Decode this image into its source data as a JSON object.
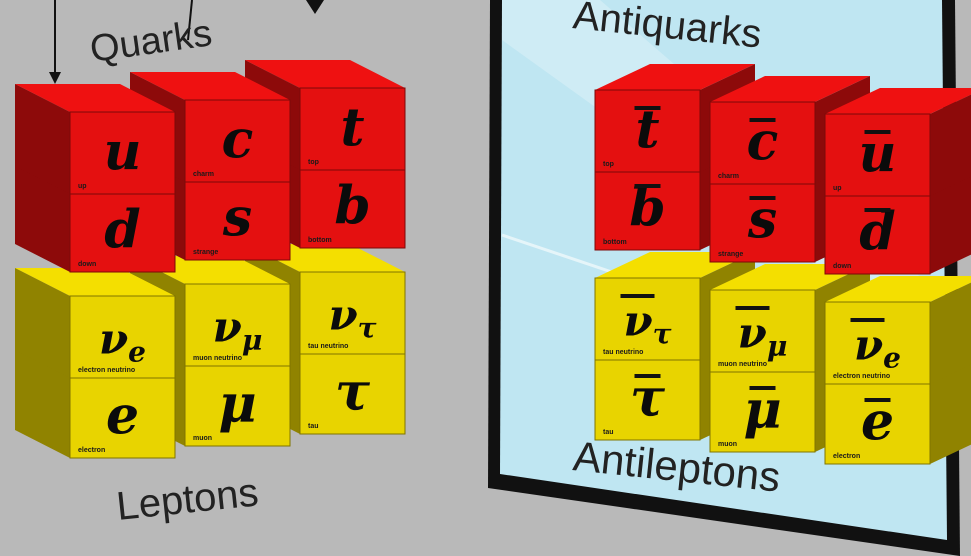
{
  "labels": {
    "quarks": "Quarks",
    "leptons": "Leptons",
    "antiquarks": "Antiquarks",
    "antileptons": "Antileptons"
  },
  "colors": {
    "background": "#b9b9b9",
    "quark": "#e41010",
    "lepton": "#e8d400",
    "mirror": "#bfe6f2",
    "frame": "#111111"
  },
  "particles": [
    {
      "symbol": "u",
      "name": "up",
      "kind": "quark",
      "bar": false
    },
    {
      "symbol": "c",
      "name": "charm",
      "kind": "quark",
      "bar": false
    },
    {
      "symbol": "t",
      "name": "top",
      "kind": "quark",
      "bar": false
    },
    {
      "symbol": "d",
      "name": "down",
      "kind": "quark",
      "bar": false
    },
    {
      "symbol": "s",
      "name": "strange",
      "kind": "quark",
      "bar": false
    },
    {
      "symbol": "b",
      "name": "bottom",
      "kind": "quark",
      "bar": false
    },
    {
      "symbol": "νe",
      "name": "electron neutrino",
      "kind": "lepton",
      "bar": false
    },
    {
      "symbol": "νμ",
      "name": "muon neutrino",
      "kind": "lepton",
      "bar": false
    },
    {
      "symbol": "ντ",
      "name": "tau neutrino",
      "kind": "lepton",
      "bar": false
    },
    {
      "symbol": "e",
      "name": "electron",
      "kind": "lepton",
      "bar": false
    },
    {
      "symbol": "μ",
      "name": "muon",
      "kind": "lepton",
      "bar": false
    },
    {
      "symbol": "τ",
      "name": "tau",
      "kind": "lepton",
      "bar": false
    },
    {
      "symbol": "t",
      "name": "top",
      "kind": "quark",
      "bar": true
    },
    {
      "symbol": "c",
      "name": "charm",
      "kind": "quark",
      "bar": true
    },
    {
      "symbol": "u",
      "name": "up",
      "kind": "quark",
      "bar": true
    },
    {
      "symbol": "b",
      "name": "bottom",
      "kind": "quark",
      "bar": true
    },
    {
      "symbol": "s",
      "name": "strange",
      "kind": "quark",
      "bar": true
    },
    {
      "symbol": "d",
      "name": "down",
      "kind": "quark",
      "bar": true
    },
    {
      "symbol": "ντ",
      "name": "tau neutrino",
      "kind": "lepton",
      "bar": true
    },
    {
      "symbol": "νμ",
      "name": "muon neutrino",
      "kind": "lepton",
      "bar": true
    },
    {
      "symbol": "νe",
      "name": "electron neutrino",
      "kind": "lepton",
      "bar": true
    },
    {
      "symbol": "τ",
      "name": "tau",
      "kind": "lepton",
      "bar": true
    },
    {
      "symbol": "μ",
      "name": "muon",
      "kind": "lepton",
      "bar": true
    },
    {
      "symbol": "e",
      "name": "electron",
      "kind": "lepton",
      "bar": true
    }
  ]
}
